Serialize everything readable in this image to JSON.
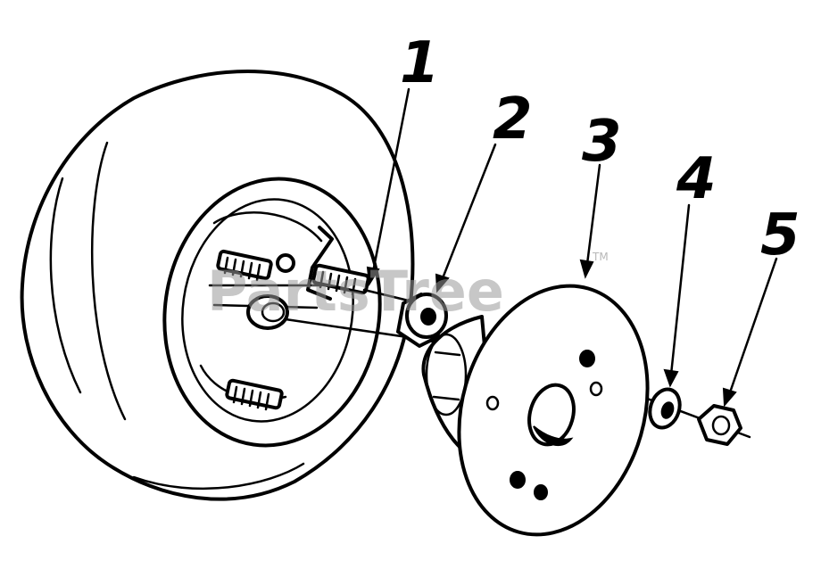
{
  "callouts": [
    {
      "label": "1",
      "part": "stud"
    },
    {
      "label": "2",
      "part": "spacer"
    },
    {
      "label": "3",
      "part": "hub"
    },
    {
      "label": "4",
      "part": "washer"
    },
    {
      "label": "5",
      "part": "nut"
    }
  ],
  "watermark": {
    "text": "PartsTree",
    "trademark": "TM"
  }
}
